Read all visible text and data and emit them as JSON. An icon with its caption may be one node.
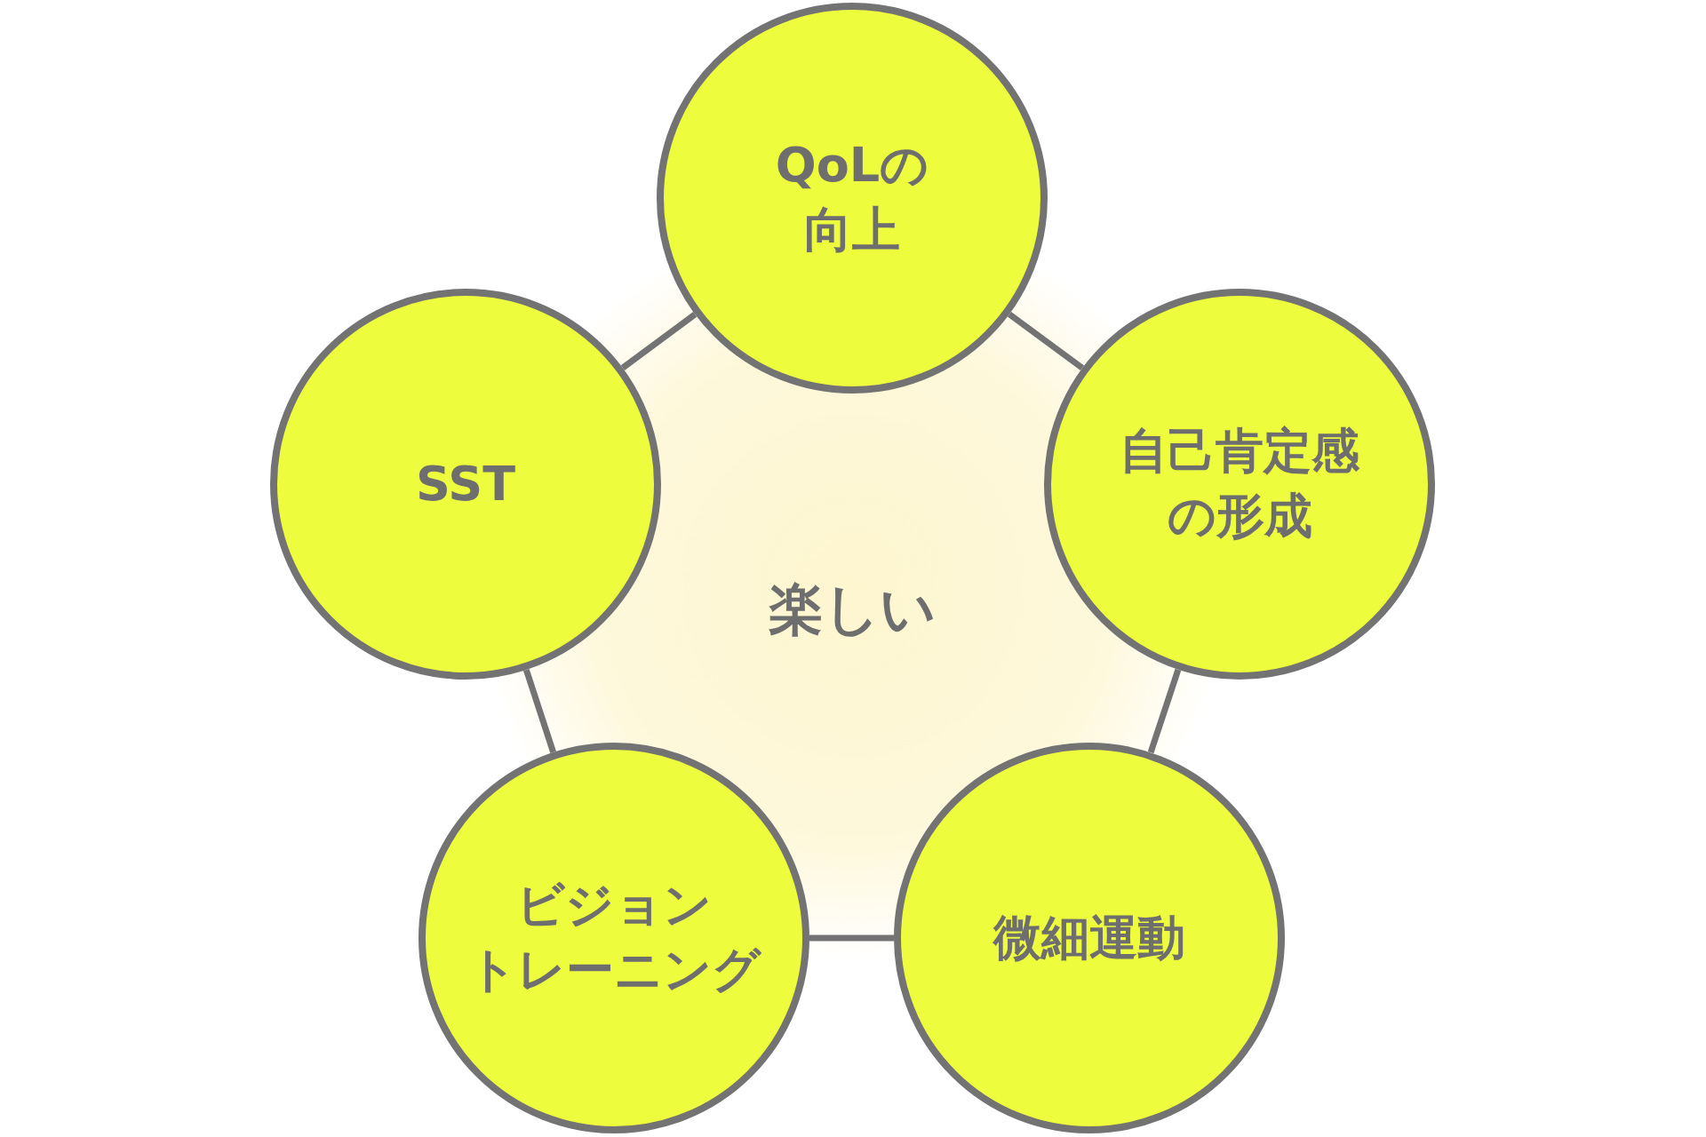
{
  "diagram": {
    "nodes": [
      {
        "text": [
          "QoLの向上"
        ]
      },
      {
        "text": [
          "自己肯定感の形成"
        ]
      },
      {
        "text": [
          "微細運動"
        ]
      },
      {
        "text": [
          "ビジョントレーニング"
        ]
      },
      {
        "text": [
          "SST"
        ]
      }
    ],
    "edges": [
      {
        "from": 0,
        "to": 1,
        "arrow": "none"
      },
      {
        "from": 1,
        "to": 2,
        "arrow": "none"
      },
      {
        "from": 2,
        "to": 3,
        "arrow": "none"
      },
      {
        "from": 3,
        "to": 4,
        "arrow": "none"
      },
      {
        "from": 4,
        "to": 0,
        "arrow": "none"
      }
    ],
    "labels": [
      "楽しい"
    ]
  }
}
